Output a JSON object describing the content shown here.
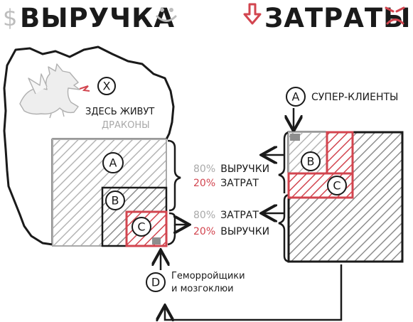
{
  "header": {
    "revenue_symbol": "$",
    "revenue_title": "ВЫРУЧКА",
    "costs_title": "ЗАТРАТЫ"
  },
  "left_region": {
    "marker_x": "X",
    "dragons_line1": "ЗДЕСЬ ЖИВУТ",
    "dragons_line2": "ДРАКОНЫ",
    "box_a": "A",
    "box_b": "B",
    "box_c": "C"
  },
  "middle": {
    "top_pct": "80%",
    "top_line1": "ВЫРУЧКИ",
    "top_pct2": "20%",
    "top_line2": "ЗАТРАТ",
    "bottom_pct": "80%",
    "bottom_line1": "ЗАТРАТ",
    "bottom_pct2": "20%",
    "bottom_line2": "ВЫРУЧКИ"
  },
  "right_region": {
    "marker_a": "A",
    "super_clients": "СУПЕР-КЛИЕНТЫ",
    "box_b": "B",
    "box_c": "C"
  },
  "bottom_note": {
    "marker_d": "D",
    "line1": "Геморройщики",
    "line2": "и мозгоклюи"
  },
  "colors": {
    "ink": "#1a1a1a",
    "gray": "#a9a9a9",
    "red": "#d2454f"
  }
}
